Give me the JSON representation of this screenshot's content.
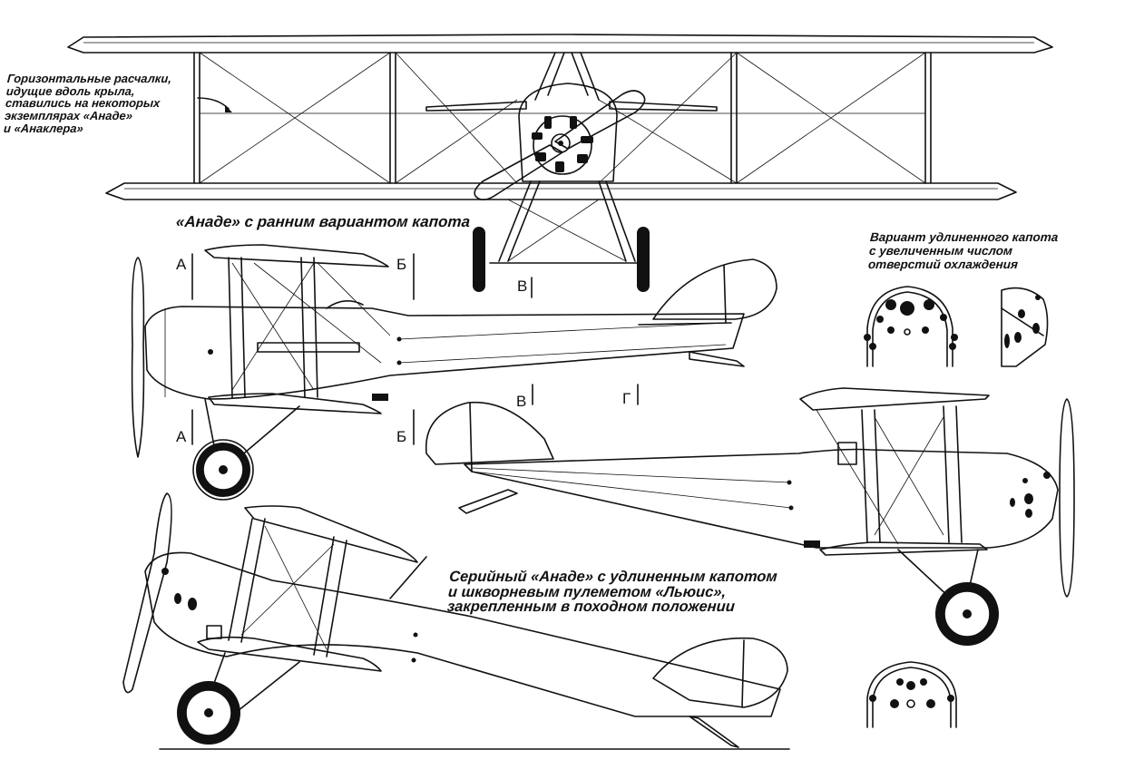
{
  "annotations": {
    "bracing_note": "Горизонтальные расчалки,\nидущие вдоль крыла,\nставились на некоторых\nэкземплярах «Анаде»\nи «Анаклера»",
    "early_cowl_caption": "«Анаде» с ранним вариантом капота",
    "elongated_cowl_caption": "Вариант удлиненного капота\nс увеличенным числом\nотверстий охлаждения",
    "serial_caption": "Серийный «Анаде» с удлиненным капотом\nи шкворневым пулеметом «Льюис»,\nзакрепленным в походном положении"
  },
  "section_marks": {
    "a_top": "А",
    "a_bottom": "А",
    "b_top": "Б",
    "b_bottom": "Б",
    "v_top": "В",
    "v_bottom": "В",
    "g": "Г"
  },
  "style": {
    "ink": "#111111",
    "paper": "#ffffff"
  }
}
